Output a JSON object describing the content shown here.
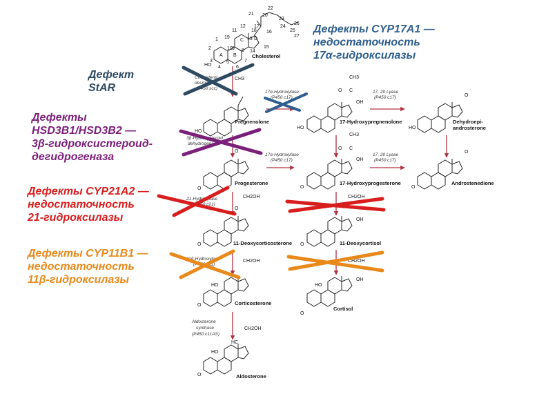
{
  "colors": {
    "star": "#2e4a62",
    "hsd": "#7a1f7a",
    "cyp21": "#d81d1d",
    "cyp11": "#e8891a",
    "cyp17": "#2f5f8f",
    "arrow": "#b03040"
  },
  "defects": {
    "cyp17a1": {
      "line1": "Дефекты CYP17A1 —",
      "line2": "недостаточность",
      "line3": "17α-гидроксилазы"
    },
    "star": {
      "line1": "Дефект",
      "line2": "StAR"
    },
    "hsd": {
      "line1": "Дефекты",
      "line2": "HSD3B1/HSD3B2 —",
      "line3": "3β-гидроксистероид-",
      "line4": "дегидрогеназа"
    },
    "cyp21a2": {
      "line1": "Дефекты CYP21A2 —",
      "line2": "недостаточность",
      "line3": "21-гидроксилазы"
    },
    "cyp11b1": {
      "line1": "Дефекты CYP11B1 —",
      "line2": "недостаточность",
      "line3": "11β-гидроксилазы"
    }
  },
  "compounds": {
    "cholesterol": "Cholesterol",
    "pregnenolone": "Pregnenolone",
    "hydroxypregnenolone": "17-Hydroxypregnenolone",
    "dhea1": "Dehydroepi-",
    "dhea2": "androsterone",
    "progesterone": "Progesterone",
    "hydroxyprogesterone": "17-Hydroxyprogesterone",
    "androstenedione": "Androstenedione",
    "deoxycorticosterone": "11-Deoxycorticosterone",
    "deoxycortisol": "11-Deoxycortisol",
    "corticosterone": "Corticosterone",
    "cortisol": "Cortisol",
    "aldosterone": "Aldosterone"
  },
  "enzymes": {
    "desmolase1": "Cholesterol",
    "desmolase2": "desmolase",
    "desmolase3": "(P450 scc)",
    "hydroxylase17a1": "17α-Hydroxylase",
    "hydroxylase17a2": "(P450 c17)",
    "lyase1a": "17, 20 Lyase",
    "lyase1b": "(P450 c17)",
    "hsd1": "3β-Hydroxysteroid",
    "hsd2": "dehydrogenase",
    "hydroxylase17b1": "17α-Hydroxylase",
    "hydroxylase17b2": "(P450 c17)",
    "lyase2a": "17, 20 Lyase",
    "lyase2b": "(P450 c17)",
    "hyd21a": "21-Hydroxylase",
    "hyd21b": "(P450 c21)",
    "hyd11a": "11β-Hydroxylase",
    "hyd11b": "(P450 c11)",
    "aldo1": "Aldosterone",
    "aldo2": "synthase",
    "aldo3": "(P450 c11AS)"
  },
  "atoms": {
    "ho": "HO",
    "o": "O",
    "ch3": "CH3",
    "c": "C",
    "oh": "OH",
    "ch2oh": "CH2OH",
    "hc": "HC",
    "ring_a": "A",
    "ring_b": "B",
    "ring_c": "C",
    "ring_d": "D",
    "n1": "1",
    "n2": "2",
    "n3": "3",
    "n4": "4",
    "n5": "5",
    "n6": "6",
    "n7": "7",
    "n8": "8",
    "n9": "9",
    "n10": "10",
    "n11": "11",
    "n12": "12",
    "n13": "13",
    "n14": "14",
    "n15": "15",
    "n16": "16",
    "n17": "17",
    "n18": "18",
    "n19": "19",
    "n20": "20",
    "n21": "21",
    "n22": "22",
    "n23": "23",
    "n24": "24",
    "n25": "25",
    "n26": "26",
    "n27": "27"
  }
}
